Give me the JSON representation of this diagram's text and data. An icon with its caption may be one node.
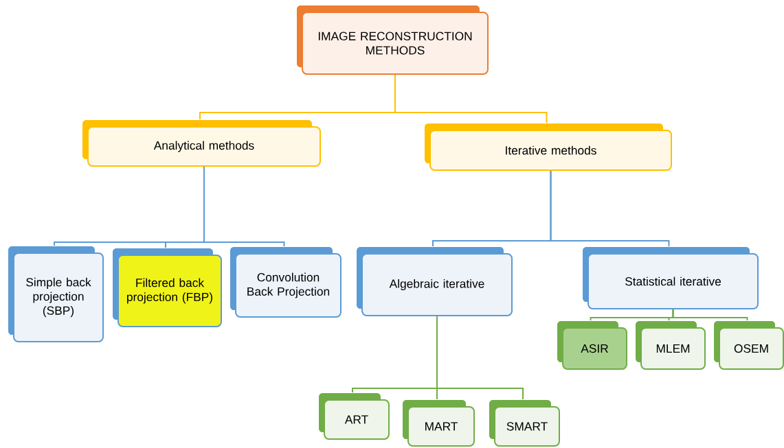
{
  "diagram": {
    "nodes": [
      {
        "text": [
          "IMAGE RECONSTRUCTION METHODS"
        ]
      },
      {
        "text": [
          "Analytical methods"
        ]
      },
      {
        "text": [
          "Iterative methods"
        ]
      },
      {
        "text": [
          "Simple back projection (SBP)"
        ]
      },
      {
        "text": [
          "Filtered back projection (FBP)"
        ]
      },
      {
        "text": [
          "Convolution Back Projection"
        ]
      },
      {
        "text": [
          "Algebraic iterative"
        ]
      },
      {
        "text": [
          "Statistical iterative"
        ]
      },
      {
        "text": [
          "ASIR"
        ]
      },
      {
        "text": [
          "MLEM"
        ]
      },
      {
        "text": [
          "OSEM"
        ]
      },
      {
        "text": [
          "ART"
        ]
      },
      {
        "text": [
          "MART"
        ]
      },
      {
        "text": [
          "SMART"
        ]
      }
    ],
    "edges": [
      {
        "from": 0,
        "to": 1,
        "arrow": "none",
        "color": "#ffc000"
      },
      {
        "from": 0,
        "to": 2,
        "arrow": "none",
        "color": "#ffc000"
      },
      {
        "from": 1,
        "to": 3,
        "arrow": "none",
        "color": "#5b9bd5"
      },
      {
        "from": 1,
        "to": 4,
        "arrow": "none",
        "color": "#5b9bd5"
      },
      {
        "from": 1,
        "to": 5,
        "arrow": "none",
        "color": "#5b9bd5"
      },
      {
        "from": 2,
        "to": 6,
        "arrow": "none",
        "color": "#5b9bd5"
      },
      {
        "from": 2,
        "to": 7,
        "arrow": "none",
        "color": "#5b9bd5"
      },
      {
        "from": 7,
        "to": 8,
        "arrow": "none"
      },
      {
        "from": 7,
        "to": 9,
        "arrow": "none"
      },
      {
        "from": 7,
        "to": 10,
        "arrow": "none"
      },
      {
        "from": 6,
        "to": 11,
        "arrow": "none"
      },
      {
        "from": 6,
        "to": 12,
        "arrow": "none"
      },
      {
        "from": 6,
        "to": 13,
        "arrow": "none"
      }
    ]
  }
}
